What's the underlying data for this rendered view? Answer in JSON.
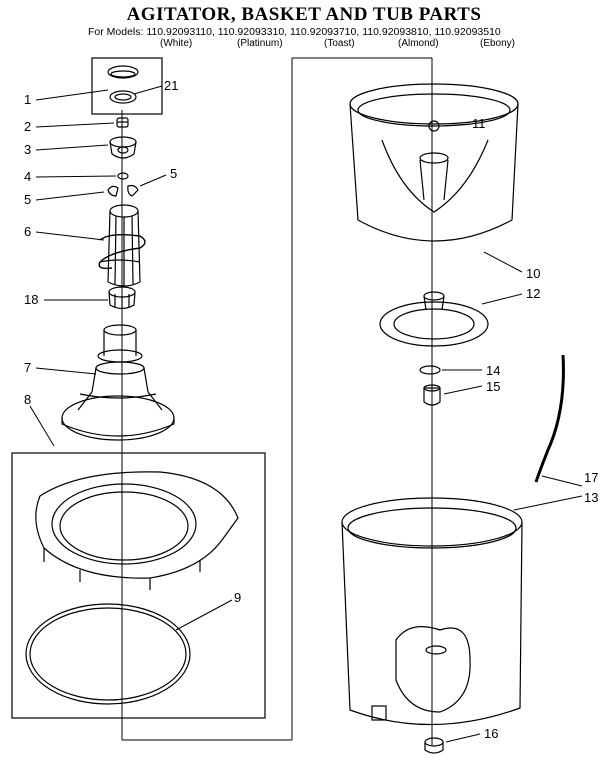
{
  "header": {
    "title": "AGITATOR, BASKET AND TUB PARTS",
    "models_line": "For Models:  110.92093110, 110.92093310, 110.92093710, 110.92093810, 110.92093510",
    "variants": [
      "(White)",
      "(Platinum)",
      "(Toast)",
      "(Almond)",
      "(Ebony)"
    ]
  },
  "callouts": [
    "1",
    "21",
    "2",
    "3",
    "4",
    "5",
    "5",
    "6",
    "18",
    "7",
    "8",
    "9",
    "11",
    "10",
    "12",
    "14",
    "15",
    "17",
    "13",
    "16"
  ]
}
